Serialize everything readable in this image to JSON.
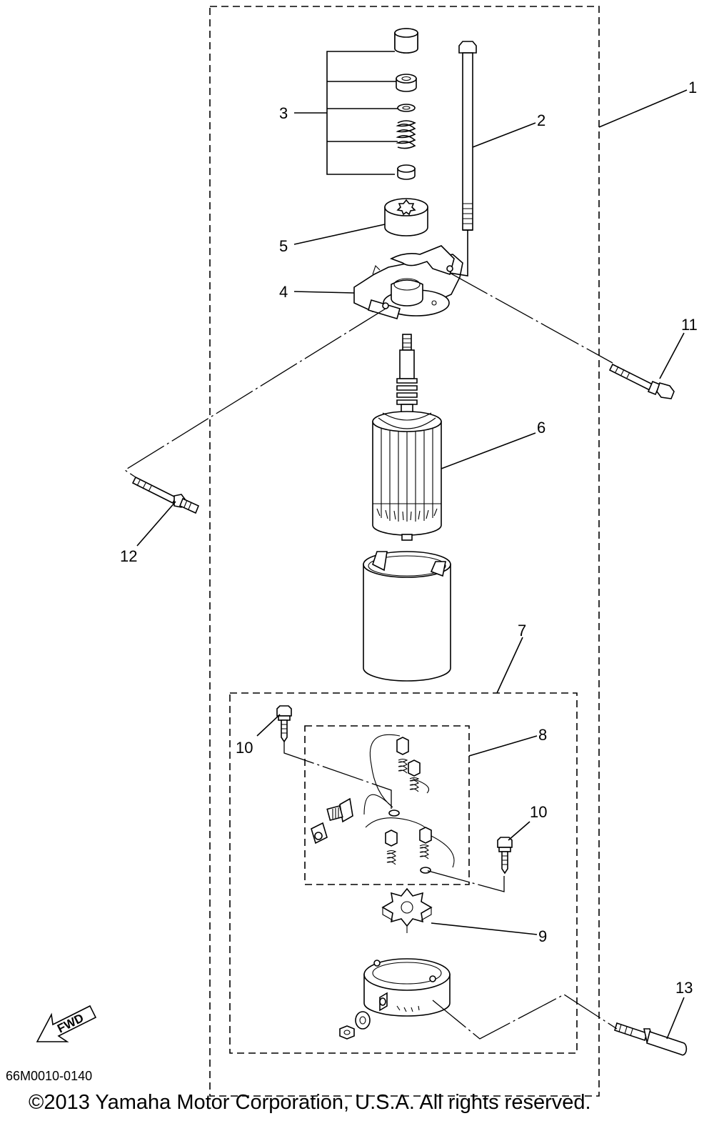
{
  "diagram": {
    "callouts": [
      {
        "id": "c1",
        "label": "1"
      },
      {
        "id": "c2",
        "label": "2"
      },
      {
        "id": "c3",
        "label": "3"
      },
      {
        "id": "c4",
        "label": "4"
      },
      {
        "id": "c5",
        "label": "5"
      },
      {
        "id": "c6",
        "label": "6"
      },
      {
        "id": "c7",
        "label": "7"
      },
      {
        "id": "c8",
        "label": "8"
      },
      {
        "id": "c9",
        "label": "9"
      },
      {
        "id": "c10a",
        "label": "10"
      },
      {
        "id": "c10b",
        "label": "10"
      },
      {
        "id": "c11",
        "label": "11"
      },
      {
        "id": "c12",
        "label": "12"
      },
      {
        "id": "c13",
        "label": "13"
      }
    ],
    "fwd_label": "FWD",
    "figure_code": "66M0010-0140",
    "copyright": "©2013 Yamaha Motor Corporation, U.S.A. All rights reserved."
  }
}
